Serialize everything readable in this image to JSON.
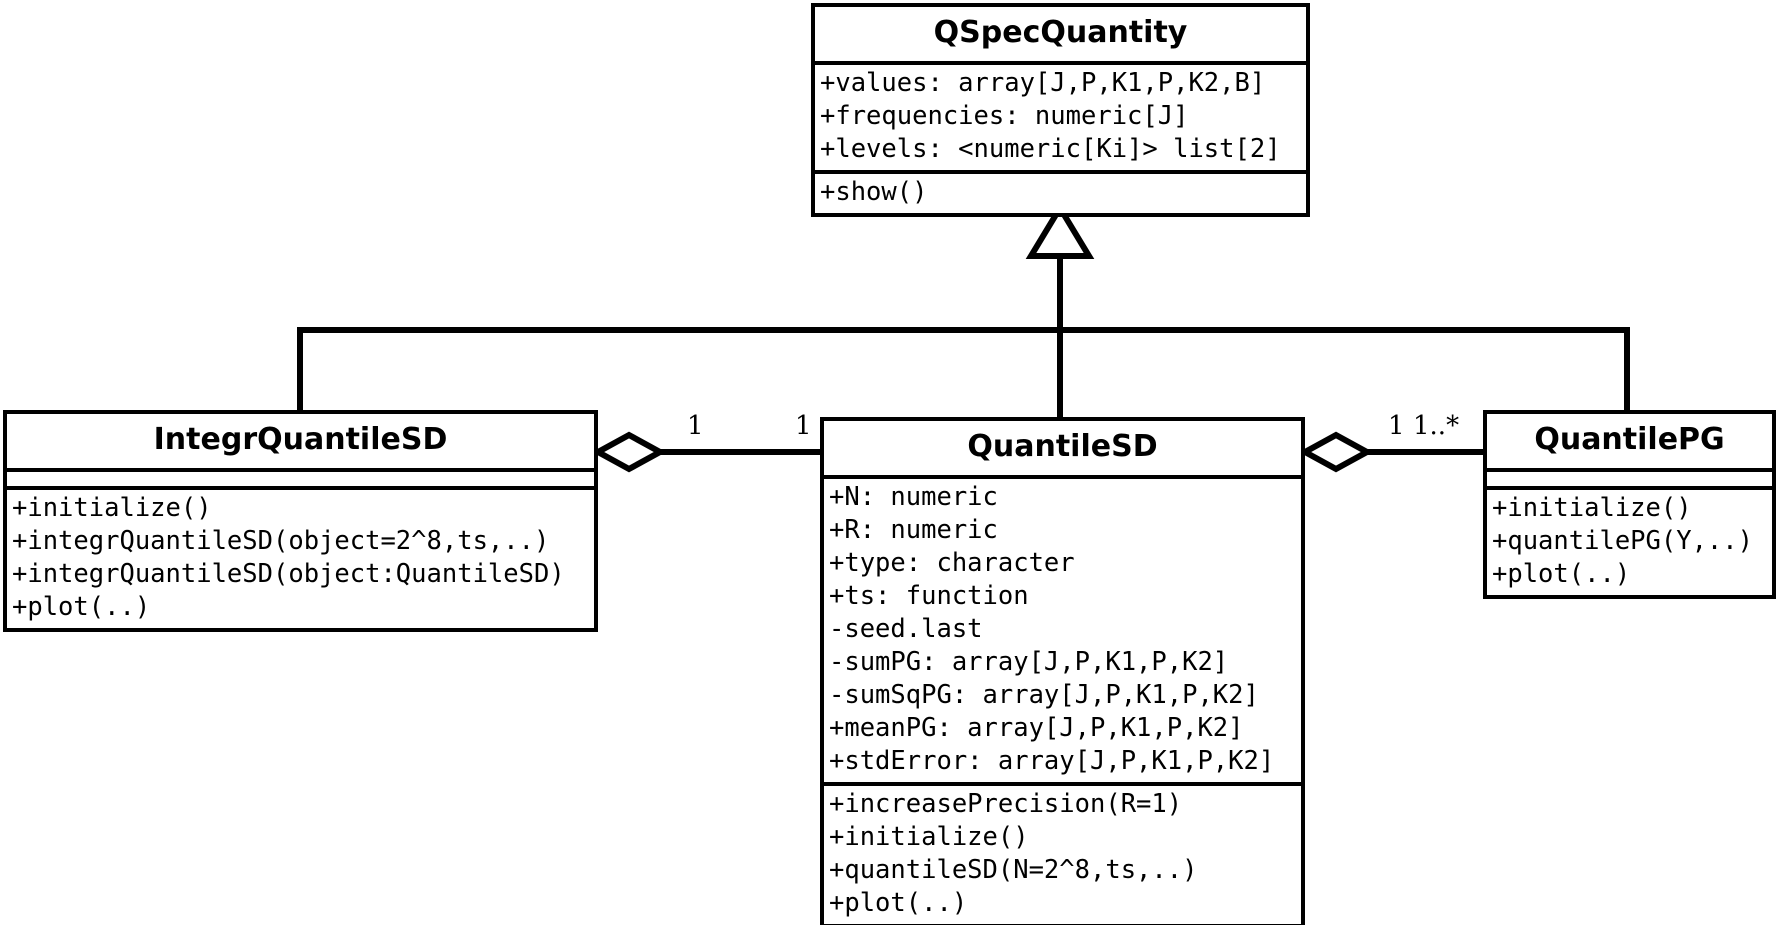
{
  "diagram": {
    "type": "uml-class-diagram",
    "background": "#ffffff",
    "stroke": "#000000"
  },
  "classes": {
    "qspecquantity": {
      "name": "QSpecQuantity",
      "attributes": [
        "+values: array[J,P,K1,P,K2,B]",
        "+frequencies: numeric[J]",
        "+levels: <numeric[Ki]> list[2]"
      ],
      "methods": [
        "+show()"
      ]
    },
    "integrquantilesd": {
      "name": "IntegrQuantileSD",
      "attributes": [],
      "methods": [
        "+initialize()",
        "+integrQuantileSD(object=2^8,ts,..)",
        "+integrQuantileSD(object:QuantileSD)",
        "+plot(..)"
      ]
    },
    "quantilesd": {
      "name": "QuantileSD",
      "attributes": [
        "+N: numeric",
        "+R: numeric",
        "+type: character",
        "+ts: function",
        "-seed.last",
        "-sumPG: array[J,P,K1,P,K2]",
        "-sumSqPG: array[J,P,K1,P,K2]",
        "+meanPG: array[J,P,K1,P,K2]",
        "+stdError: array[J,P,K1,P,K2]"
      ],
      "methods": [
        "+increasePrecision(R=1)",
        "+initialize()",
        "+quantileSD(N=2^8,ts,..)",
        "+plot(..)"
      ]
    },
    "quantilepg": {
      "name": "QuantilePG",
      "attributes": [],
      "methods": [
        "+initialize()",
        "+quantilePG(Y,..)",
        "+plot(..)"
      ]
    }
  },
  "relations": {
    "generalization": {
      "kind": "generalization",
      "parent": "QSpecQuantity",
      "children": [
        "IntegrQuantileSD",
        "QuantileSD",
        "QuantilePG"
      ]
    },
    "aggregation_left": {
      "kind": "aggregation",
      "whole": "IntegrQuantileSD",
      "part": "QuantileSD",
      "whole_multiplicity": "1",
      "part_multiplicity": "1"
    },
    "aggregation_right": {
      "kind": "aggregation",
      "whole": "QuantileSD",
      "part": "QuantilePG",
      "whole_multiplicity": "1",
      "part_multiplicity": "1..*"
    }
  }
}
